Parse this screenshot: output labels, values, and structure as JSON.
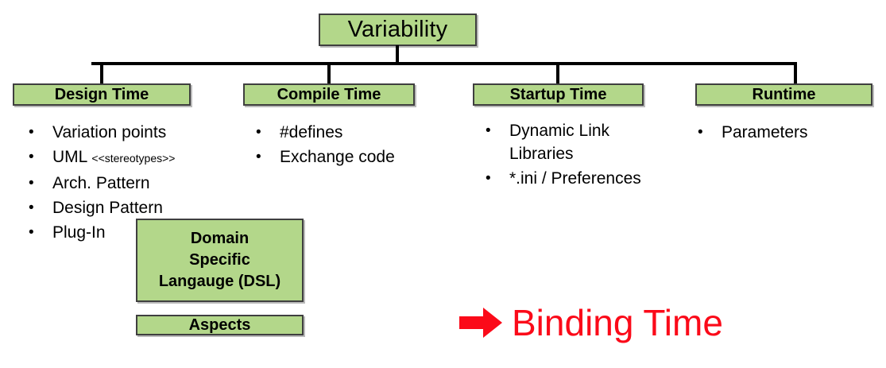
{
  "diagram": {
    "root": {
      "label": "Variability"
    },
    "phases": [
      {
        "id": "design-time",
        "label": "Design Time"
      },
      {
        "id": "compile-time",
        "label": "Compile Time"
      },
      {
        "id": "startup-time",
        "label": "Startup Time"
      },
      {
        "id": "runtime",
        "label": "Runtime"
      }
    ],
    "lists": {
      "design": [
        {
          "text": "Variation points",
          "note": ""
        },
        {
          "text": "UML ",
          "note": "<<stereotypes>>"
        },
        {
          "text": "Arch. Pattern",
          "note": ""
        },
        {
          "text": "Design Pattern",
          "note": ""
        },
        {
          "text": "Plug-In",
          "note": ""
        }
      ],
      "compile": [
        {
          "text": "#defines",
          "note": ""
        },
        {
          "text": "Exchange code",
          "note": ""
        }
      ],
      "startup": [
        {
          "text": "Dynamic Link Libraries",
          "note": ""
        },
        {
          "text": "*.ini / Preferences",
          "note": ""
        }
      ],
      "runtime": [
        {
          "text": "Parameters",
          "note": ""
        }
      ]
    },
    "extra_boxes": {
      "dsl": {
        "line1": "Domain",
        "line2": "Specific",
        "line3": "Langauge (DSL)"
      },
      "aspects": {
        "label": "Aspects"
      }
    },
    "callout": {
      "arrow_icon": "right-arrow-icon",
      "label": "Binding Time",
      "color": "#fb0a19"
    },
    "bullet_glyph": "•",
    "colors": {
      "box_fill": "#b3d78a",
      "box_border": "#3f3f3f",
      "connector": "#000000",
      "text": "#000000",
      "accent_red": "#fb0a19"
    }
  }
}
